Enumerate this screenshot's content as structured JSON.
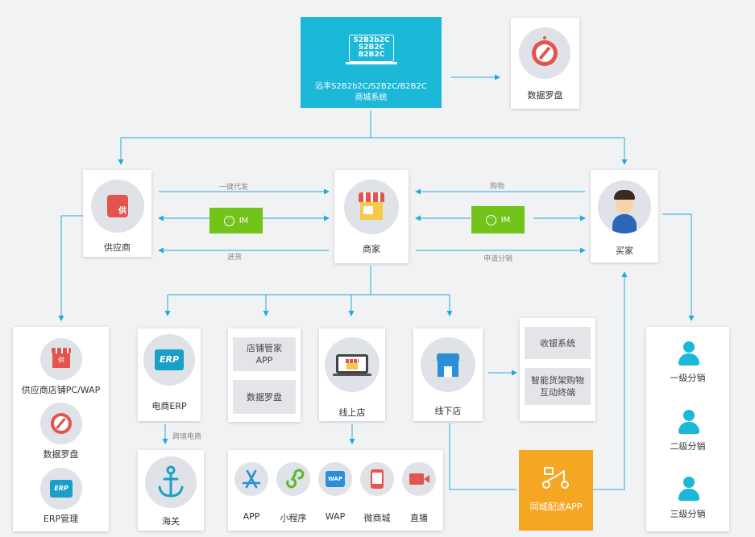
{
  "top": {
    "badge_lines": [
      "S2B2b2C",
      "S2B2C",
      "B2B2C"
    ],
    "title_line1": "远丰S2B2b2C/S2B2C/B2B2C",
    "title_line2": "商城系统"
  },
  "compass_top": {
    "label": "数据罗盘"
  },
  "supplier": {
    "label": "供应商",
    "icon_char": "供"
  },
  "merchant": {
    "label": "商家"
  },
  "buyer": {
    "label": "买家"
  },
  "edges": {
    "one_click": "一键代发",
    "restock": "进货",
    "purchase": "购物",
    "apply_dist": "申请分销",
    "cross_border": "跨境电商",
    "im": "IM"
  },
  "left_panel": {
    "store_label": "供应商店铺PC/WAP",
    "store_icon_char": "供",
    "compass_label": "数据罗盘",
    "erp_label": "ERP管理",
    "erp_text": "ERP"
  },
  "ecom_erp": {
    "label": "电商ERP",
    "erp_text": "ERP"
  },
  "customs": {
    "label": "海关"
  },
  "shop_tools": {
    "item1": "店铺管家\nAPP",
    "item2": "数据罗盘"
  },
  "online": {
    "label": "线上店"
  },
  "offline": {
    "label": "线下店"
  },
  "cashier": {
    "item1": "收银系统",
    "item2": "智能货架购物\n互动终端"
  },
  "channels": [
    {
      "label": "APP"
    },
    {
      "label": "小程序"
    },
    {
      "label": "WAP",
      "icon_text": "WAP"
    },
    {
      "label": "微商城"
    },
    {
      "label": "直播"
    }
  ],
  "delivery": {
    "label": "同城配送APP"
  },
  "distribution": {
    "level1": "一级分销",
    "level2": "二级分销",
    "level3": "三级分销"
  },
  "colors": {
    "accent": "#1bb8d8",
    "line": "#24a9dc",
    "im_green": "#72c41b",
    "orange": "#f5a623",
    "icon_red": "#e4534e"
  }
}
